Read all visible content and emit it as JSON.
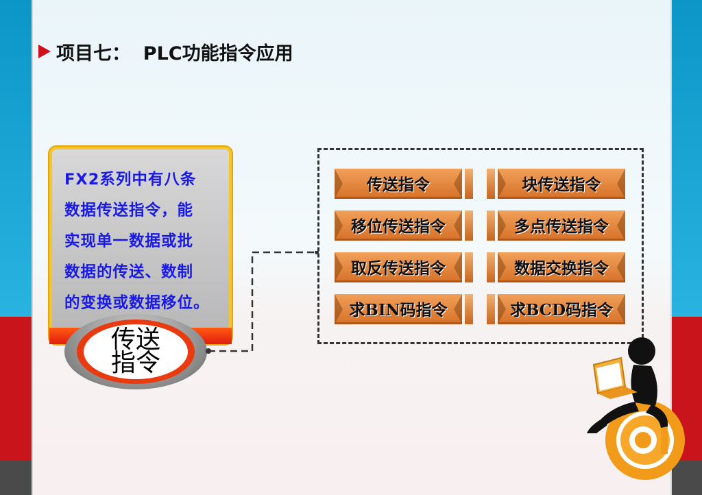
{
  "title": "项目七：  PLC功能指令应用",
  "description": [
    "FX2系列中有八条",
    "数据传送指令，能",
    "实现单一数据或批",
    "数据的传送、数制",
    "的变换或数据移位。"
  ],
  "badge": {
    "line1": "传送",
    "line2": "指令"
  },
  "instructions": [
    "传送指令",
    "块传送指令",
    "移位传送指令",
    "多点传送指令",
    "取反传送指令",
    "数据交换指令",
    "求BIN码指令",
    "求BCD码指令"
  ],
  "colors": {
    "button": "#e8893f",
    "description_text": "#1a1ae6",
    "title_arrow": "#d0101a",
    "side_blue": "#1aa5d6",
    "side_red": "#c8141a"
  },
  "icons": [
    "arrow-bullet-icon",
    "person-laptop-icon",
    "at-sign-icon"
  ]
}
